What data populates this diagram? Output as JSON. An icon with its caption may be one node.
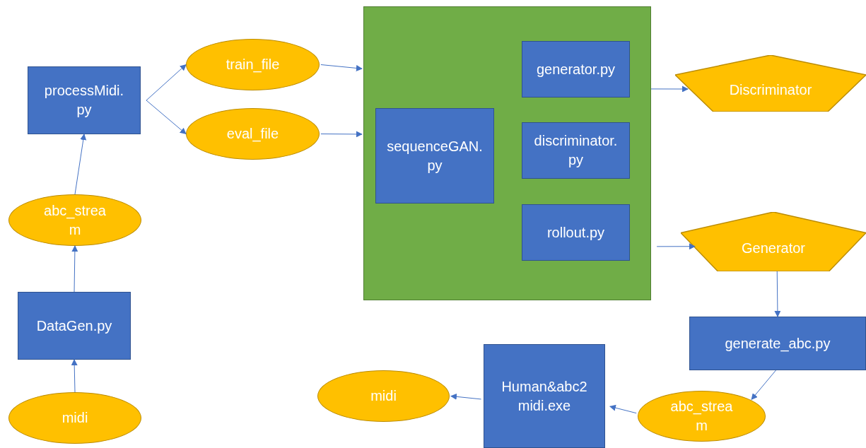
{
  "diagram": {
    "nodes": [
      {
        "text": [
          "midi"
        ]
      },
      {
        "text": [
          "DataGen.py"
        ]
      },
      {
        "text": [
          "abc_stream"
        ]
      },
      {
        "text": [
          "processMidi.py"
        ]
      },
      {
        "text": [
          "train_file"
        ]
      },
      {
        "text": [
          "eval_file"
        ]
      },
      {
        "text": [],
        "shape": "box"
      },
      {
        "text": [
          "sequenceGAN.py"
        ],
        "in": 6
      },
      {
        "text": [
          "generator.py"
        ],
        "in": 6
      },
      {
        "text": [
          "discriminator.py"
        ],
        "in": 6
      },
      {
        "text": [
          "rollout.py"
        ],
        "in": 6
      },
      {
        "text": [
          "Discriminator"
        ]
      },
      {
        "text": [
          "Generator"
        ]
      },
      {
        "text": [
          "generate_abc.py"
        ]
      },
      {
        "text": [
          "abc_stream"
        ]
      },
      {
        "text": [
          "Human&abc2midi.exe"
        ]
      },
      {
        "text": [
          "midi"
        ]
      }
    ],
    "edges": [
      {
        "from": 0,
        "to": 1,
        "arrow": "to"
      },
      {
        "from": 1,
        "to": 2,
        "arrow": "to"
      },
      {
        "from": 2,
        "to": 3,
        "arrow": "to"
      },
      {
        "from": 3,
        "to": 4,
        "arrow": "to"
      },
      {
        "from": 3,
        "to": 5,
        "arrow": "to"
      },
      {
        "from": 4,
        "to": 6,
        "arrow": "to"
      },
      {
        "from": 5,
        "to": 6,
        "arrow": "to"
      },
      {
        "from": 6,
        "to": 11,
        "arrow": "to"
      },
      {
        "from": 6,
        "to": 12,
        "arrow": "to"
      },
      {
        "from": 12,
        "to": 13,
        "arrow": "to"
      },
      {
        "from": 13,
        "to": 14,
        "arrow": "to"
      },
      {
        "from": 14,
        "to": 15,
        "arrow": "to"
      },
      {
        "from": 15,
        "to": 16,
        "arrow": "to"
      }
    ]
  }
}
